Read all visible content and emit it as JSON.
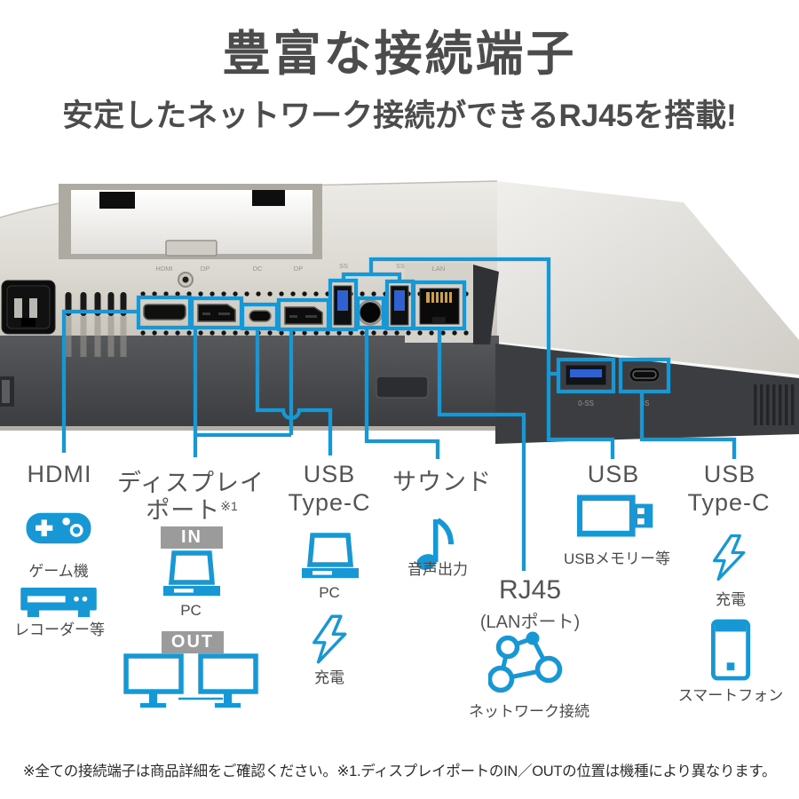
{
  "header": {
    "title": "豊富な接続端子",
    "subtitle": "安定したネットワーク接続ができるRJ45を搭載!"
  },
  "groups": {
    "hdmi": {
      "label": "HDMI",
      "caption_game": "ゲーム機",
      "caption_recorder": "レコーダー等"
    },
    "displayport": {
      "label_line1": "ディスプレイ",
      "label_line2": "ポート",
      "note_ref": "※1",
      "badge_in": "IN",
      "badge_out": "OUT",
      "caption_pc": "PC"
    },
    "usb_type_c_rear": {
      "label_line1": "USB",
      "label_line2": "Type-C",
      "caption_pc": "PC",
      "caption_charge": "充電"
    },
    "sound": {
      "label": "サウンド",
      "caption": "音声出力"
    },
    "rj45": {
      "label": "RJ45",
      "sublabel": "(LANポート)",
      "caption": "ネットワーク接続"
    },
    "usb_side": {
      "label": "USB",
      "caption": "USBメモリー等"
    },
    "usb_type_c_side": {
      "label_line1": "USB",
      "label_line2": "Type-C",
      "caption_charge": "充電",
      "caption_phone": "スマートフォン"
    }
  },
  "monitor": {
    "panel_markings": [
      "HDMI",
      "DP",
      "DC",
      "DP",
      "SS",
      "SS",
      "LAN"
    ],
    "side_markings": [
      "0-SS",
      "SS"
    ]
  },
  "footer": {
    "note": "※全ての接続端子は商品詳細をご確認ください。※1.ディスプレイポートのIN／OUTの位置は機種により異なります。"
  },
  "colors": {
    "accent": "#1798d5",
    "heading_text": "#4c4c4c",
    "label_text": "#545454",
    "badge_bg": "#9b9b9b"
  }
}
